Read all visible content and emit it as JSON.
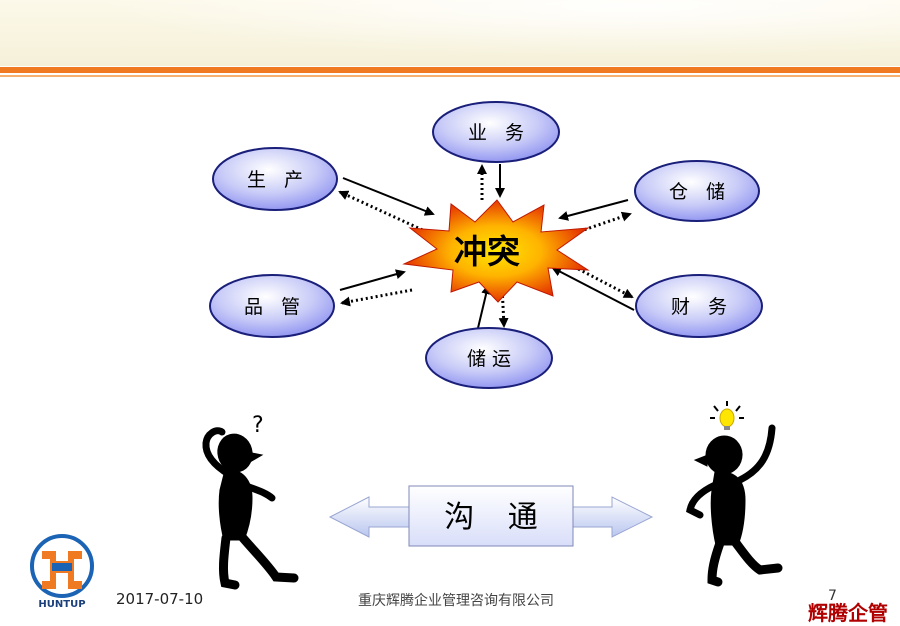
{
  "diagram": {
    "center_label": "冲突",
    "nodes": [
      {
        "key": "yewu",
        "label": "业 务"
      },
      {
        "key": "shengchan",
        "label": "生 产"
      },
      {
        "key": "cangchu",
        "label": "仓 储"
      },
      {
        "key": "pinguan",
        "label": "品 管"
      },
      {
        "key": "caiwu",
        "label": "财 务"
      },
      {
        "key": "chuyun",
        "label": "储运"
      }
    ],
    "communication_label": "沟 通"
  },
  "footer": {
    "date": "2017-07-10",
    "company": "重庆辉腾企业管理咨询有限公司",
    "page_number": "7",
    "brand": "辉腾企管",
    "logo_text": "HUNTUP"
  },
  "colors": {
    "accent_orange": "#f07a22",
    "node_fill": "#8a8ef0",
    "node_border": "#1a1f7a",
    "burst_outer": "#e02000",
    "burst_inner": "#ffd400",
    "comm_box": "#dfe3fb",
    "comm_arrow": "#c9d2f2"
  }
}
